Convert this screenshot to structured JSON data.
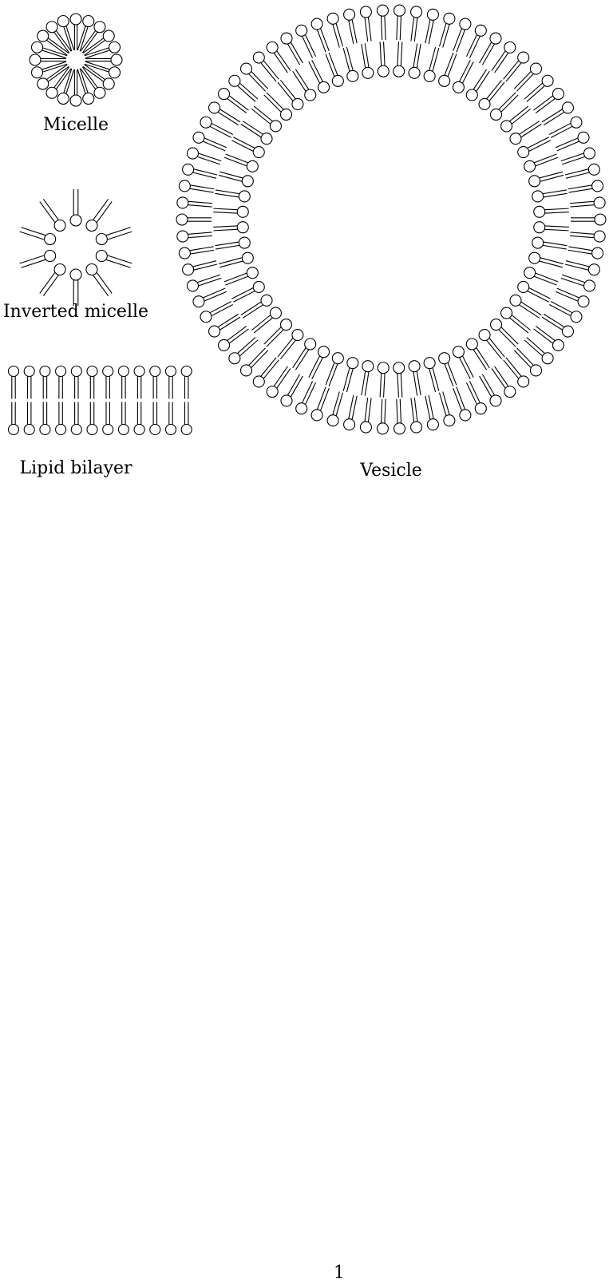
{
  "labels": {
    "micelle": "Micelle",
    "inverted_micelle": "Inverted micelle",
    "lipid_bilayer": "Lipid bilayer",
    "vesicle": "Vesicle"
  },
  "page_number": "1",
  "colors": {
    "stroke": "#000000",
    "head_fill": "#ffffff",
    "background": "#ffffff"
  }
}
